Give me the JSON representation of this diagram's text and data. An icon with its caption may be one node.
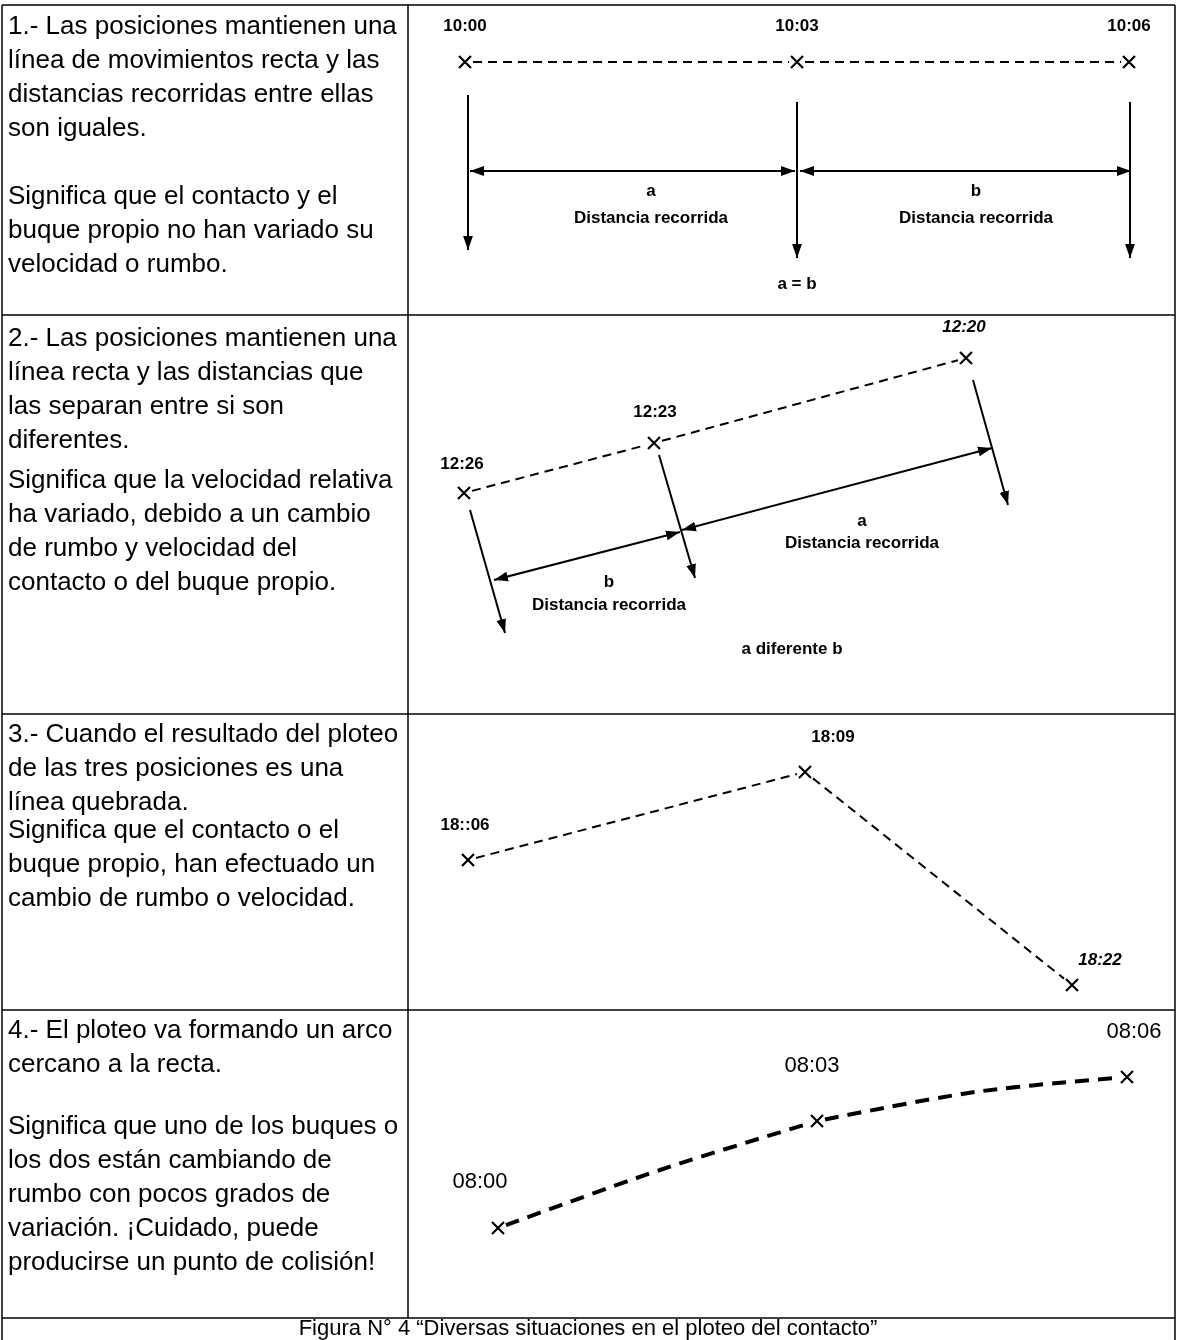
{
  "diagram": {
    "caption": "Figura N° 4 “Diversas situaciones en el ploteo del contacto”",
    "nodes": [
      {
        "text": [],
        "shape": "cross",
        "beside": [
          "10:00"
        ]
      },
      {
        "text": [],
        "shape": "cross",
        "beside": [
          "10:03"
        ]
      },
      {
        "text": [],
        "shape": "cross",
        "beside": [
          "10:06"
        ]
      },
      {
        "text": [],
        "shape": "cross",
        "beside": [
          "12:26"
        ]
      },
      {
        "text": [],
        "shape": "cross",
        "beside": [
          "12:23"
        ]
      },
      {
        "text": [],
        "shape": "cross",
        "beside": [
          "12:20"
        ]
      },
      {
        "text": [],
        "shape": "cross",
        "beside": [
          "18::06"
        ]
      },
      {
        "text": [],
        "shape": "cross",
        "beside": [
          "18:09"
        ]
      },
      {
        "text": [],
        "shape": "cross",
        "beside": [
          "18:22"
        ]
      },
      {
        "text": [],
        "shape": "cross",
        "beside": [
          "08:00"
        ]
      },
      {
        "text": [],
        "shape": "cross",
        "beside": [
          "08:03"
        ]
      },
      {
        "text": [],
        "shape": "cross",
        "beside": [
          "08:06"
        ]
      }
    ],
    "edges": [
      {
        "from": 0,
        "to": 1,
        "arrow": "none",
        "style": "dashed"
      },
      {
        "from": 1,
        "to": 2,
        "arrow": "none",
        "style": "dashed"
      },
      {
        "from": 3,
        "to": 4,
        "arrow": "none",
        "style": "dashed"
      },
      {
        "from": 4,
        "to": 5,
        "arrow": "none",
        "style": "dashed"
      },
      {
        "from": 6,
        "to": 7,
        "arrow": "none",
        "style": "dashed"
      },
      {
        "from": 7,
        "to": 8,
        "arrow": "none",
        "style": "dashed"
      },
      {
        "from": 9,
        "to": 10,
        "arrow": "none",
        "style": "dashed"
      },
      {
        "from": 10,
        "to": 11,
        "arrow": "none",
        "style": "dashed"
      }
    ],
    "labels": [
      "1.- Las posiciones mantienen una línea de movimientos recta y las distancias recorridas entre ellas son iguales.",
      "Significa que el contacto y el buque propio no han variado su velocidad o rumbo.",
      "a",
      "Distancia recorrida",
      "b",
      "Distancia recorrida",
      "a = b",
      "2.- Las posiciones mantienen una línea recta y las distancias que las separan entre si son diferentes.",
      "Significa que la velocidad relativa ha variado, debido a un cambio de rumbo y velocidad del contacto o del buque propio.",
      "a",
      "Distancia recorrida",
      "b",
      "Distancia recorrida",
      "a diferente b",
      "3.- Cuando el resultado del ploteo de las tres posiciones es una línea quebrada.",
      "Significa que el contacto o el buque propio, han efectuado un cambio de rumbo o velocidad.",
      "4.- El ploteo va formando un arco cercano a la recta.",
      "Significa que uno de los buques o los dos están cambiando de rumbo con pocos grados de variación. ¡Cuidado, puede producirse un punto de colisión!"
    ]
  }
}
